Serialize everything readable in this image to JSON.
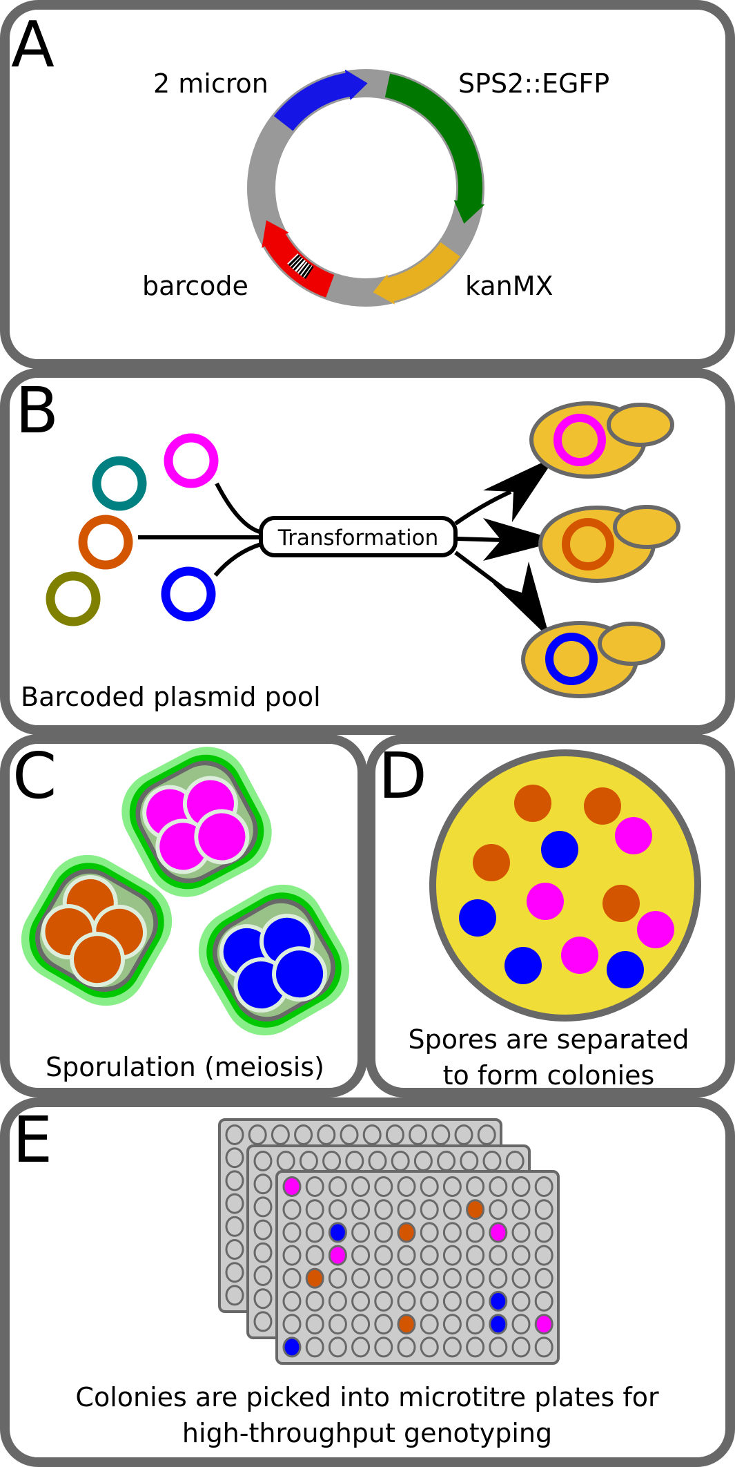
{
  "figure": {
    "colors": {
      "border": "#686868",
      "magenta": "#ff00ff",
      "orange": "#d45500",
      "blue": "#0000ff",
      "teal": "#008080",
      "olive": "#808000",
      "plasmid_backbone": "#999999",
      "two_micron": "#1515e6",
      "egfp": "#007800",
      "kanmx": "#e6b020",
      "barcode": "#ee0000",
      "yeast": "#f0c030",
      "agar": "#f1dd38",
      "ascus_outer_glow": "#88ee88",
      "ascus_green": "#00c800",
      "ascus_inner": "#99c288",
      "spore_edge": "#ddeedd",
      "plate": "#cccccc"
    }
  },
  "panel_a": {
    "letter": "A",
    "labels": {
      "two_micron": "2 micron",
      "egfp": "SPS2::EGFP",
      "barcode": "barcode",
      "kanmx": "kanMX"
    }
  },
  "panel_b": {
    "letter": "B",
    "process_label": "Transformation",
    "caption": "Barcoded plasmid pool",
    "plasmid_pool": [
      "magenta",
      "teal",
      "orange",
      "olive",
      "blue"
    ],
    "transformed_cells": [
      "magenta",
      "orange",
      "blue"
    ]
  },
  "panel_c": {
    "letter": "C",
    "caption": "Sporulation (meiosis)",
    "tetrads": [
      "magenta",
      "orange",
      "blue"
    ]
  },
  "panel_d": {
    "letter": "D",
    "caption_line1": "Spores are separated",
    "caption_line2": "to form colonies",
    "colonies": [
      "orange",
      "orange",
      "magenta",
      "blue",
      "orange",
      "magenta",
      "orange",
      "blue",
      "magenta",
      "blue",
      "magenta",
      "blue"
    ]
  },
  "panel_e": {
    "letter": "E",
    "caption_line1": "Colonies are picked into microtitre plates for",
    "caption_line2": "high-throughput genotyping",
    "plate_rows": 8,
    "plate_cols": 12,
    "plate_count": 3,
    "filled_wells": [
      {
        "row": 1,
        "col": 1,
        "color": "magenta"
      },
      {
        "row": 2,
        "col": 9,
        "color": "orange"
      },
      {
        "row": 3,
        "col": 3,
        "color": "blue"
      },
      {
        "row": 3,
        "col": 6,
        "color": "orange"
      },
      {
        "row": 3,
        "col": 10,
        "color": "magenta"
      },
      {
        "row": 4,
        "col": 3,
        "color": "magenta"
      },
      {
        "row": 5,
        "col": 2,
        "color": "orange"
      },
      {
        "row": 6,
        "col": 10,
        "color": "blue"
      },
      {
        "row": 7,
        "col": 6,
        "color": "orange"
      },
      {
        "row": 7,
        "col": 10,
        "color": "blue"
      },
      {
        "row": 7,
        "col": 12,
        "color": "magenta"
      },
      {
        "row": 8,
        "col": 1,
        "color": "blue"
      }
    ]
  }
}
